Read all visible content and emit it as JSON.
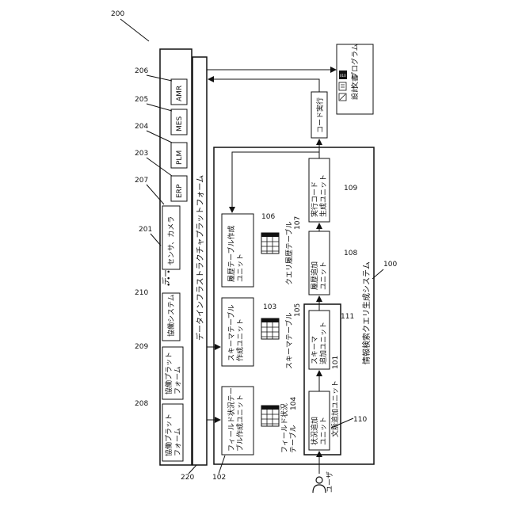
{
  "figure": {
    "ref_200": "200",
    "ref_100": "100",
    "ref_101": "101",
    "ref_102": "102",
    "ref_103": "103",
    "ref_104": "104",
    "ref_105": "105",
    "ref_106": "106",
    "ref_107": "107",
    "ref_108": "108",
    "ref_109": "109",
    "ref_110": "110",
    "ref_111": "111",
    "ref_201": "201",
    "ref_203": "203",
    "ref_204": "204",
    "ref_205": "205",
    "ref_206": "206",
    "ref_207": "207",
    "ref_208": "208",
    "ref_209": "209",
    "ref_210": "210",
    "ref_220": "220"
  },
  "data_sources": {
    "title": "データソース",
    "ellipsis": "• • •",
    "items": {
      "collab_platform_1": "協働プラット\nフォーム",
      "collab_platform_2": "協働プラット\nフォーム",
      "collab_system": "協働システム",
      "sensor_camera": "センサ、カメラ",
      "erp": "ERP",
      "plm": "PLM",
      "mes": "MES",
      "amr": "AMR"
    }
  },
  "platform": {
    "label": "データインフラストラクチャプラットフォーム"
  },
  "system": {
    "label": "情報検索クエリ生成システム",
    "units": {
      "field_status_creation": "フィールド状況テー\nブル作成ユニット",
      "schema_creation": "スキーマテーブル\n作成ユニット",
      "history_creation": "履歴テーブル作成\nユニット",
      "status_add": "状況追加\nユニット",
      "schema_add": "スキーマ\n追加ユニット",
      "history_add": "履歴追加\nユニット",
      "exec_code_gen": "実行コード\n生成ユニット",
      "context_add_label": "文脈追加ユニット"
    },
    "tables": {
      "field_status": "フィールド状況\nテーブル",
      "schema": "スキーマテーブル",
      "query_history": "クエリ履歴テーブル"
    }
  },
  "code_exec": "コード実行",
  "output_docs": {
    "design": "設計",
    "document": "文書",
    "program": "プログラム",
    "program_badge": "010"
  },
  "user_label": "ユーザ"
}
